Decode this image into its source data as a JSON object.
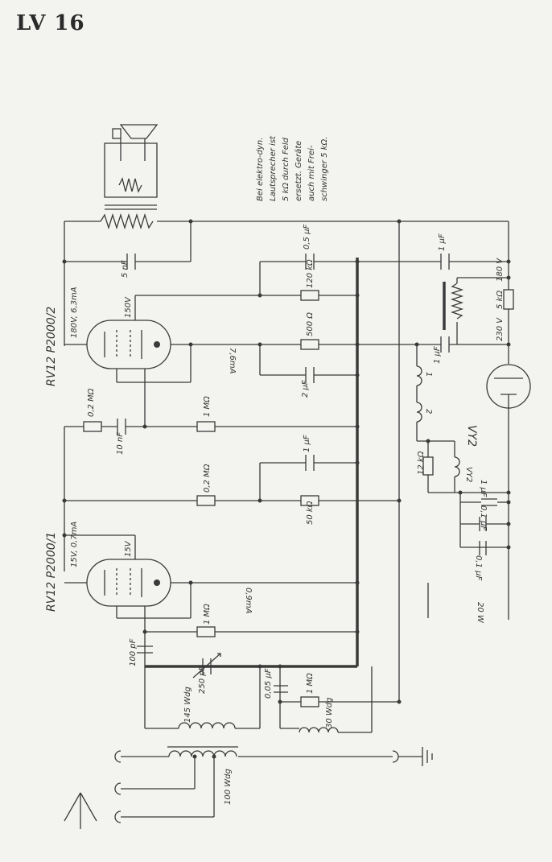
{
  "title": "LV 16",
  "tubes": {
    "upper": {
      "type": "RV12 P2000/2",
      "rating": "180V, 6,3mA",
      "grid_v": "150V"
    },
    "lower": {
      "type": "RV12 P2000/1",
      "rating": "15V, 0,7mA",
      "grid_v": "15V"
    },
    "upper_current": "7,6mA",
    "lower_current": "0,9mA"
  },
  "note_lines": [
    "Bei elektro-dyn.",
    "Lautsprecher ist",
    "5 kΩ durch Feld",
    "ersetzt. Geräte",
    "auch mit Frei-",
    "schwinger 5 kΩ."
  ],
  "components": {
    "c_speaker": "5 nF",
    "c_05": "0,5 µF",
    "r_120": "120 kΩ",
    "r_500": "500 Ω",
    "c_2": "2 µF",
    "r_02_top": "0,2 MΩ",
    "c_10": "10 nF",
    "r_1_mid": "1 MΩ",
    "c_1_mid": "1 µF",
    "r_02_mid": "0,2 MΩ",
    "r_50": "50 kΩ",
    "r_1_grid": "1 MΩ",
    "c_100": "100 pF",
    "c_250": "250 pF",
    "c_005": "0,05 µF",
    "r_1_low": "1 MΩ",
    "coil_145": "145 Wdg",
    "coil_30": "30 Wdg",
    "coil_100": "100 Wdg",
    "c_1_right_top": "1 µF",
    "r_5k": "5 kΩ",
    "v_180": "180 V",
    "v_230": "230 V",
    "c_1_right": "1 µF",
    "rect": "VY2",
    "r_12k": "12 kΩ",
    "vy2_small": "VY2",
    "c_1_small": "1 µF",
    "c_01a": "0,1 µF",
    "c_01b": "0,1 µF",
    "power": "20 W",
    "fil1": "1",
    "fil2": "2"
  }
}
